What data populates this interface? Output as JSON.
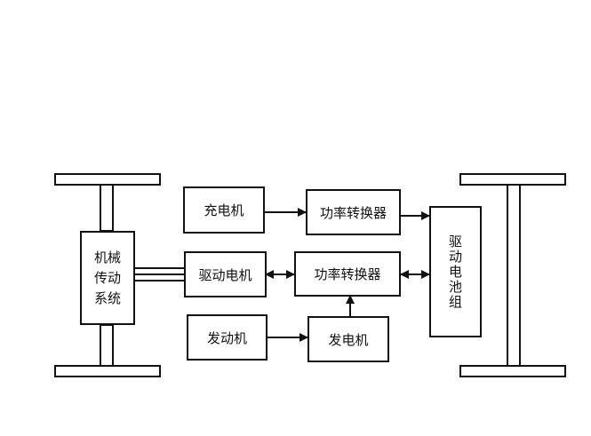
{
  "blocks": {
    "mechanical": "机械传动系统",
    "charger": "充电机",
    "drive_motor": "驱动电机",
    "engine": "发动机",
    "converter_top": "功率转换器",
    "converter_mid": "功率转换器",
    "generator": "发电机",
    "battery": "驱动电池组"
  }
}
